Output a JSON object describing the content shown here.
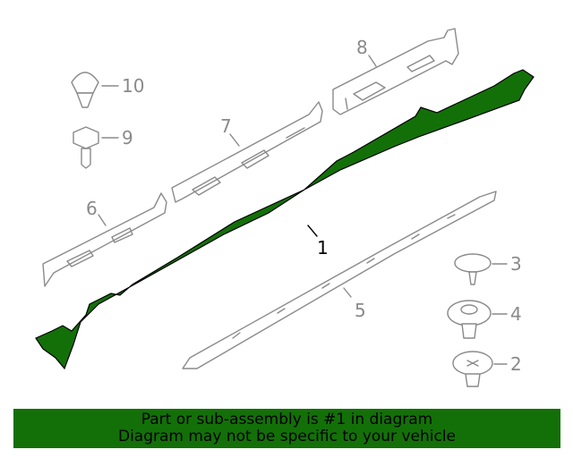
{
  "callouts": [
    {
      "number": "1",
      "highlighted": true
    },
    {
      "number": "2",
      "highlighted": false
    },
    {
      "number": "3",
      "highlighted": false
    },
    {
      "number": "4",
      "highlighted": false
    },
    {
      "number": "5",
      "highlighted": false
    },
    {
      "number": "6",
      "highlighted": false
    },
    {
      "number": "7",
      "highlighted": false
    },
    {
      "number": "8",
      "highlighted": false
    },
    {
      "number": "9",
      "highlighted": false
    },
    {
      "number": "10",
      "highlighted": false
    }
  ],
  "banner": {
    "line1": "Part or sub-assembly is #1 in diagram",
    "line2": "Diagram may not be specific to your vehicle"
  },
  "colors": {
    "highlight": "#137008",
    "line": "#8a8a8a",
    "background": "#ffffff"
  }
}
